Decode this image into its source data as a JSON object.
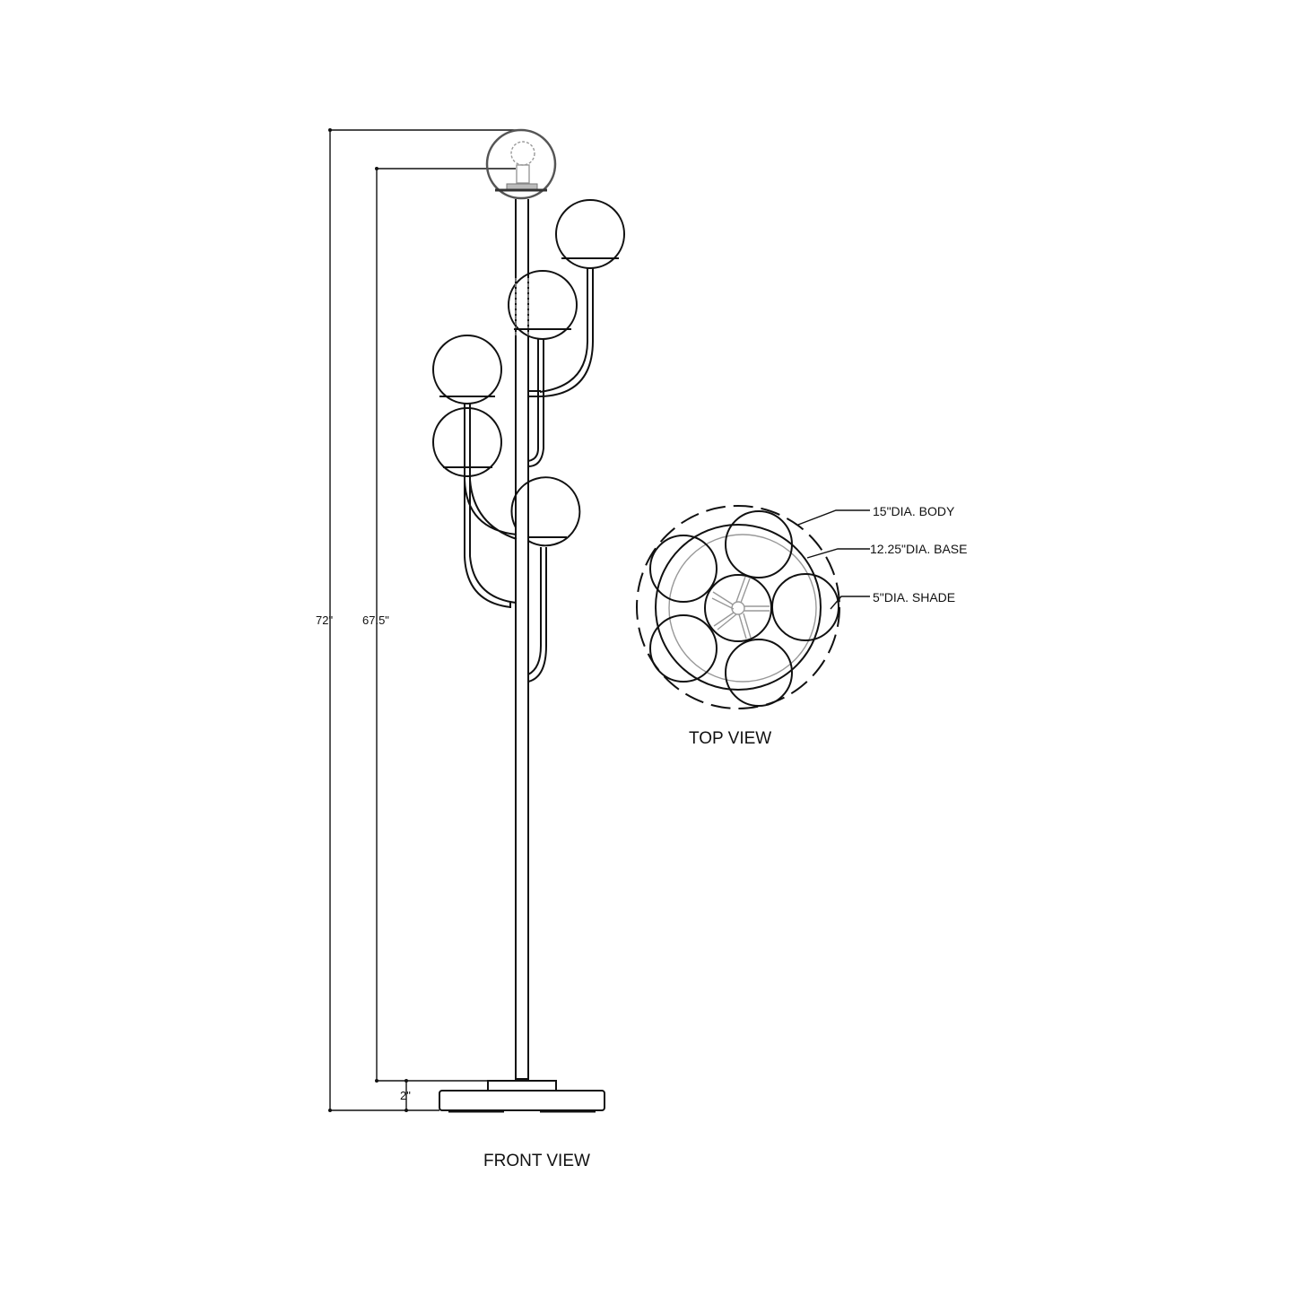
{
  "front_view": {
    "title": "FRONT VIEW",
    "dimensions": {
      "overall_height": "72\"",
      "height_to_top_shade": "67.5\"",
      "base_height": "2\""
    }
  },
  "top_view": {
    "title": "TOP VIEW",
    "callouts": {
      "body": "15\"DIA. BODY",
      "base": "12.25\"DIA. BASE",
      "shade": "5\"DIA. SHADE"
    }
  },
  "colors": {
    "line": "#111111",
    "hidden_line": "#999999",
    "background": "#ffffff"
  }
}
